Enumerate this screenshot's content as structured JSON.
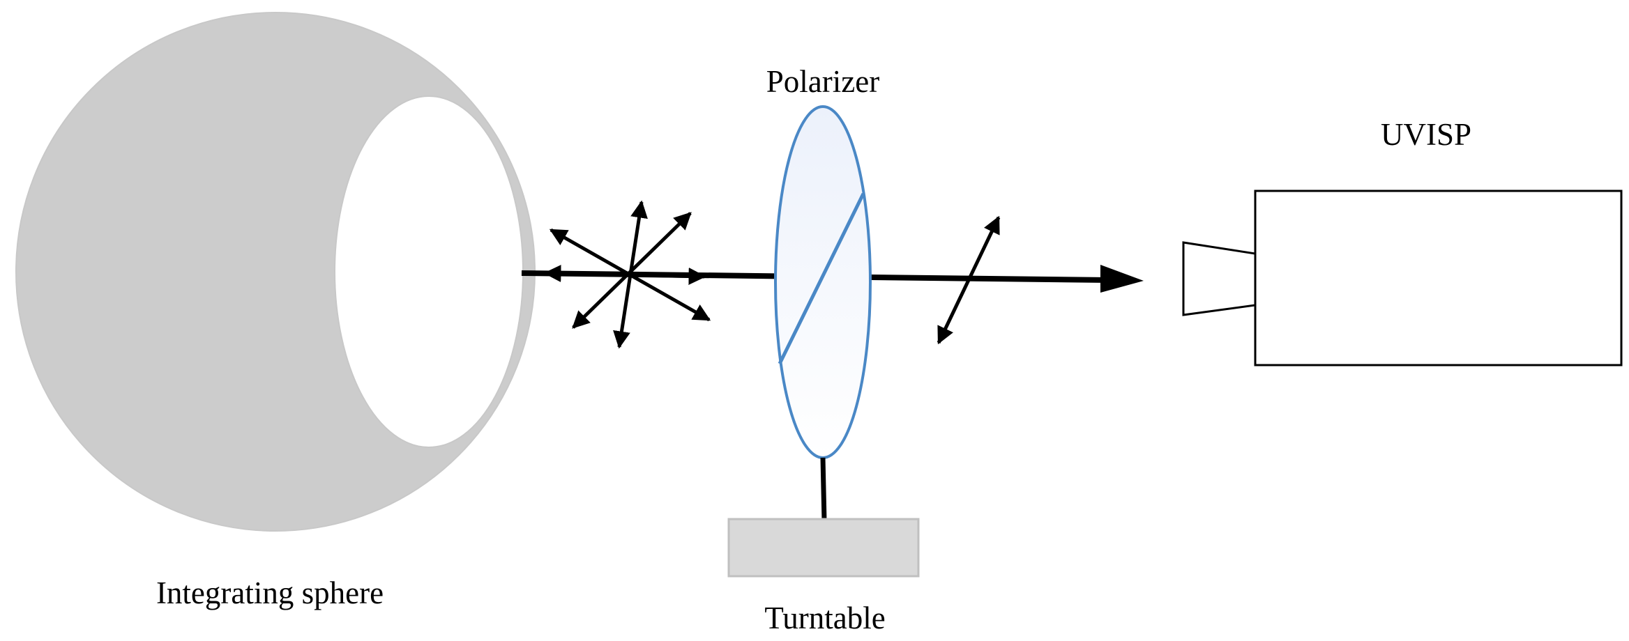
{
  "labels": {
    "polarizer": "Polarizer",
    "uvisp": "UVISP",
    "integrating_sphere": "Integrating sphere",
    "turntable": "Turntable"
  },
  "colors": {
    "sphere_fill": "#cccccc",
    "sphere_port": "#ffffff",
    "polarizer_stroke": "#4a88c6",
    "polarizer_fill": "#e6ecf8",
    "turntable_fill": "#d9d9d9",
    "beam": "#000000"
  },
  "icons": {
    "unpolarized_light": "unpolarized-light-icon",
    "polarized_light": "polarized-light-icon"
  }
}
